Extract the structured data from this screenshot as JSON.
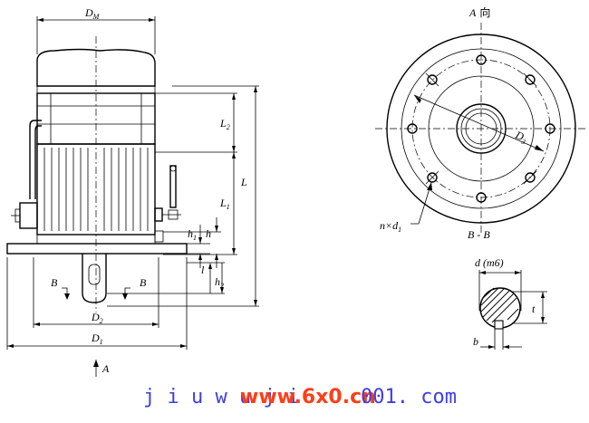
{
  "side_view": {
    "dm": {
      "main": "D",
      "sub": "M"
    },
    "l2": {
      "main": "L",
      "sub": "2"
    },
    "l": {
      "main": "L"
    },
    "l1": {
      "main": "L",
      "sub": "1"
    },
    "h1": {
      "main": "h",
      "sub": "1"
    },
    "h": {
      "main": "h"
    },
    "l_small": {
      "main": "l"
    },
    "h2": {
      "main": "h",
      "sub": "2"
    },
    "d2": {
      "main": "D",
      "sub": "2"
    },
    "d1": {
      "main": "D",
      "sub": "1"
    },
    "b_left": "B",
    "b_right": "B",
    "a": "A"
  },
  "end_view": {
    "title": "A",
    "title_suffix": "向",
    "d3": {
      "main": "D",
      "sub": "3"
    },
    "holes": {
      "main": "n×d",
      "sub": "1"
    },
    "section": "B - B"
  },
  "shaft_section": {
    "d_m6": "d (m6)",
    "t": "t",
    "b": "b"
  },
  "watermark": {
    "left": "j i u w u j i",
    "center": "www.6x0.cn",
    "right": "001. com"
  }
}
